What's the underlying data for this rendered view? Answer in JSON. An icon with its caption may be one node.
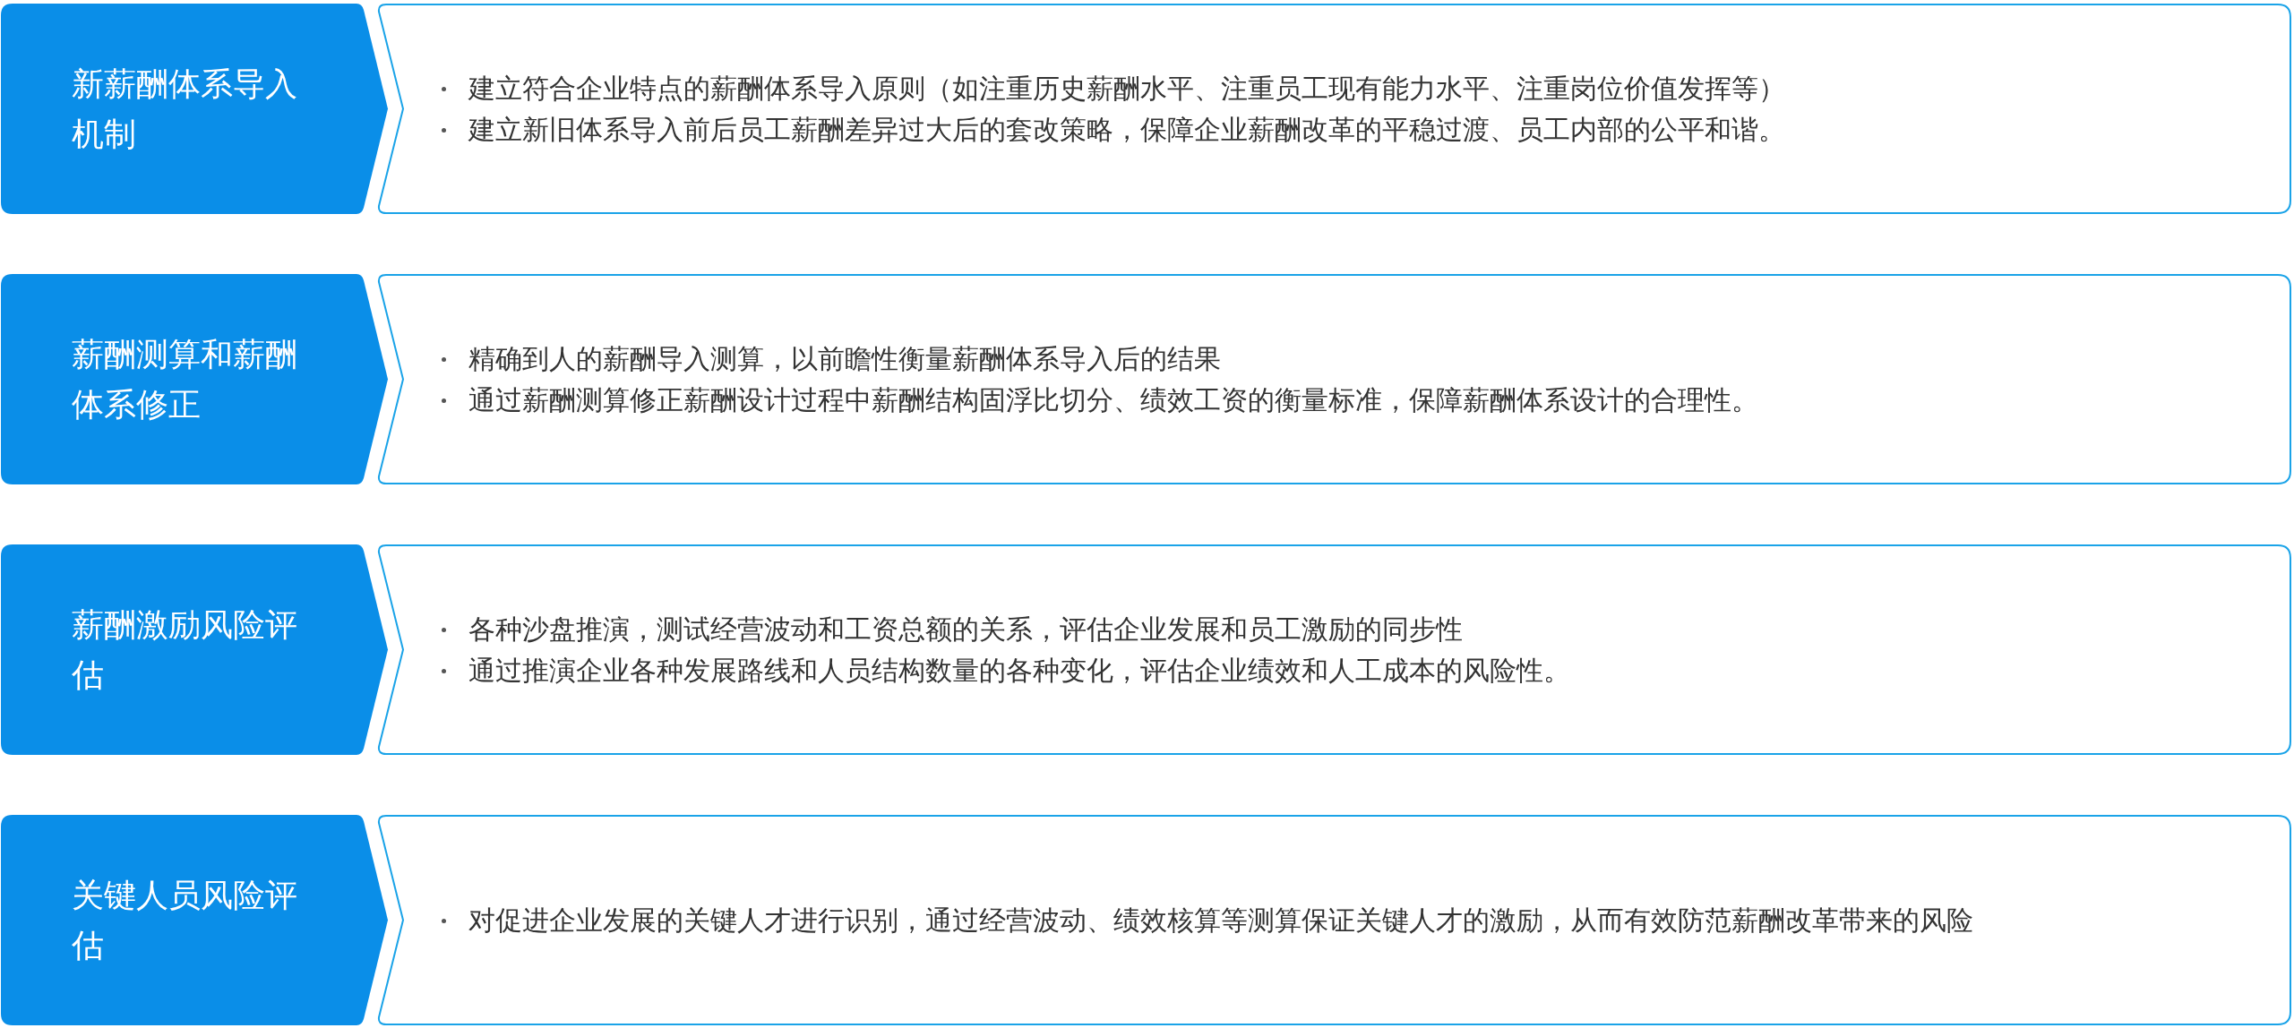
{
  "diagram": {
    "nodes": [
      {
        "text": [
          "新薪酬体系导入机制"
        ]
      },
      {
        "text": [
          "建立符合企业特点的薪酬体系导入原则（如注重历史薪酬水平、注重员工现有能力水平、注重岗位价值发挥等）",
          "建立新旧体系导入前后员工薪酬差异过大后的套改策略，保障企业薪酬改革的平稳过渡、员工内部的公平和谐。"
        ]
      },
      {
        "text": [
          "薪酬测算和薪酬体系修正"
        ]
      },
      {
        "text": [
          "精确到人的薪酬导入测算，以前瞻性衡量薪酬体系导入后的结果",
          "通过薪酬测算修正薪酬设计过程中薪酬结构固浮比切分、绩效工资的衡量标准，保障薪酬体系设计的合理性。"
        ]
      },
      {
        "text": [
          "薪酬激励风险评估"
        ]
      },
      {
        "text": [
          "各种沙盘推演，测试经营波动和工资总额的关系，评估企业发展和员工激励的同步性",
          "通过推演企业各种发展路线和人员结构数量的各种变化，评估企业绩效和人工成本的风险性。"
        ]
      },
      {
        "text": [
          "关键人员风险评估"
        ]
      },
      {
        "text": [
          "对促进企业发展的关键人才进行识别，通过经营波动、绩效核算等测算保证关键人才的激励，从而有效防范薪酬改革带来的风险"
        ]
      }
    ],
    "edges": []
  }
}
